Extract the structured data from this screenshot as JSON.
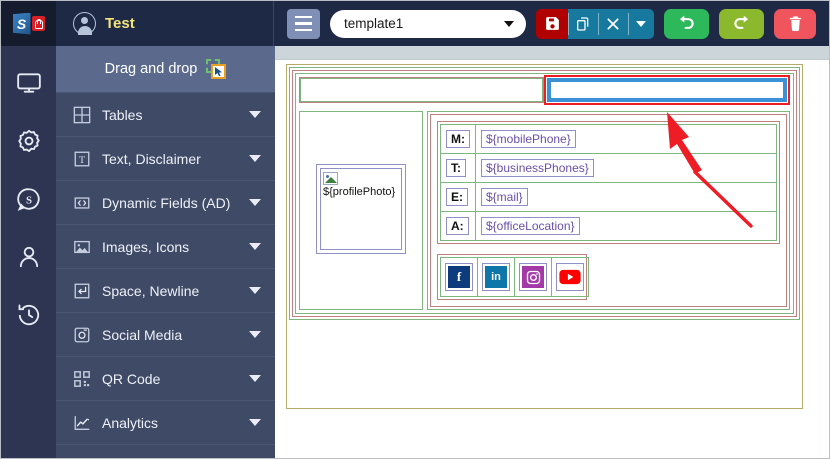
{
  "app": {
    "logo_icon": "shield-s-lock-icon",
    "user_name": "Test",
    "user_icon": "user-avatar-icon"
  },
  "toolbar": {
    "menu_icon": "hamburger-menu-icon",
    "template_value": "template1",
    "template_caret_icon": "chevron-down-icon",
    "buttons": [
      {
        "name": "save",
        "icon": "floppy-save-icon",
        "color": "#b00000"
      },
      {
        "name": "copy",
        "icon": "copy-duplicate-icon",
        "color": "#17799e"
      },
      {
        "name": "close",
        "icon": "close-x-icon",
        "color": "#17799e"
      },
      {
        "name": "more",
        "icon": "caret-down-icon",
        "color": "#17799e"
      },
      {
        "name": "undo",
        "icon": "undo-arrow-icon",
        "color": "#2eb85c"
      },
      {
        "name": "redo",
        "icon": "redo-arrow-icon",
        "color": "#8cb82e"
      },
      {
        "name": "delete",
        "icon": "trash-bin-icon",
        "color": "#f0545c"
      }
    ]
  },
  "rail": {
    "items": [
      {
        "icon": "monitor-display-icon"
      },
      {
        "icon": "gear-settings-icon"
      },
      {
        "icon": "chat-signature-icon"
      },
      {
        "icon": "user-person-icon"
      },
      {
        "icon": "clock-history-icon"
      }
    ]
  },
  "sidebar": {
    "header": "Drag and drop",
    "header_icon": "drag-and-drop-icon",
    "items": [
      {
        "label": "Tables",
        "icon": "table-grid-icon"
      },
      {
        "label": "Text, Disclaimer",
        "icon": "text-t-icon"
      },
      {
        "label": "Dynamic Fields (AD)",
        "icon": "code-brackets-icon"
      },
      {
        "label": "Images, Icons",
        "icon": "image-picture-icon"
      },
      {
        "label": "Space, Newline",
        "icon": "enter-return-icon"
      },
      {
        "label": "Social Media",
        "icon": "camera-social-icon"
      },
      {
        "label": "QR Code",
        "icon": "qr-code-icon"
      },
      {
        "label": "Analytics",
        "icon": "chart-line-icon"
      }
    ],
    "caret_icon": "chevron-down-icon"
  },
  "canvas": {
    "header_row": {
      "left_cell": "",
      "selected_cell": "",
      "selected_outline_color": "#ee1c25",
      "selected_border_color": "#3a91d6"
    },
    "profile_photo": {
      "label": "${profilePhoto}",
      "icon": "broken-image-icon"
    },
    "contact_rows": [
      {
        "key": "M:",
        "value": "${mobilePhone}"
      },
      {
        "key": "T:",
        "value": "${businessPhones}"
      },
      {
        "key": "E:",
        "value": "${mail}"
      },
      {
        "key": "A:",
        "value": "${officeLocation}"
      }
    ],
    "social_icons": [
      {
        "name": "facebook",
        "glyph": "f",
        "color": "#0e3b7d"
      },
      {
        "name": "linkedin",
        "glyph": "in",
        "color": "#0e76a8"
      },
      {
        "name": "instagram",
        "glyph": "",
        "color": "#a33aa8"
      },
      {
        "name": "youtube",
        "glyph": "",
        "color": "#ff0000"
      }
    ],
    "annotation_arrow": "red-pointer-arrow"
  }
}
